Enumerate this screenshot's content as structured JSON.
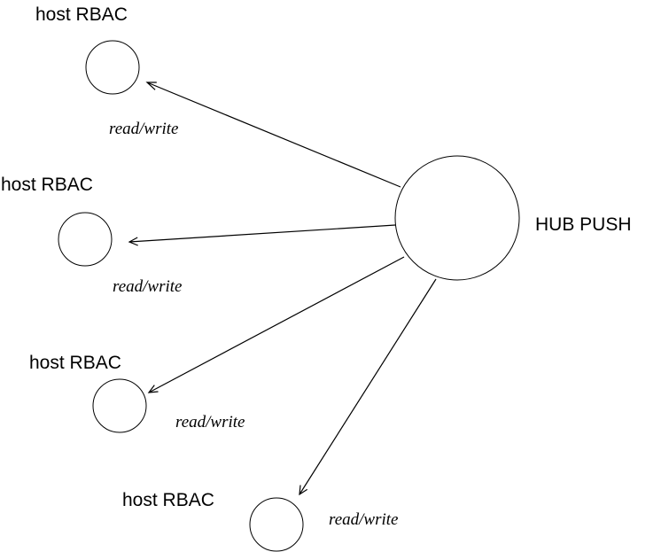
{
  "hub": {
    "label": "HUB PUSH"
  },
  "hosts": [
    {
      "label": "host RBAC",
      "edge_label": "read/write"
    },
    {
      "label": "host RBAC",
      "edge_label": "read/write"
    },
    {
      "label": "host RBAC",
      "edge_label": "read/write"
    },
    {
      "label": "host RBAC",
      "edge_label": "read/write"
    }
  ],
  "colors": {
    "stroke": "#000000",
    "background": "#ffffff"
  }
}
